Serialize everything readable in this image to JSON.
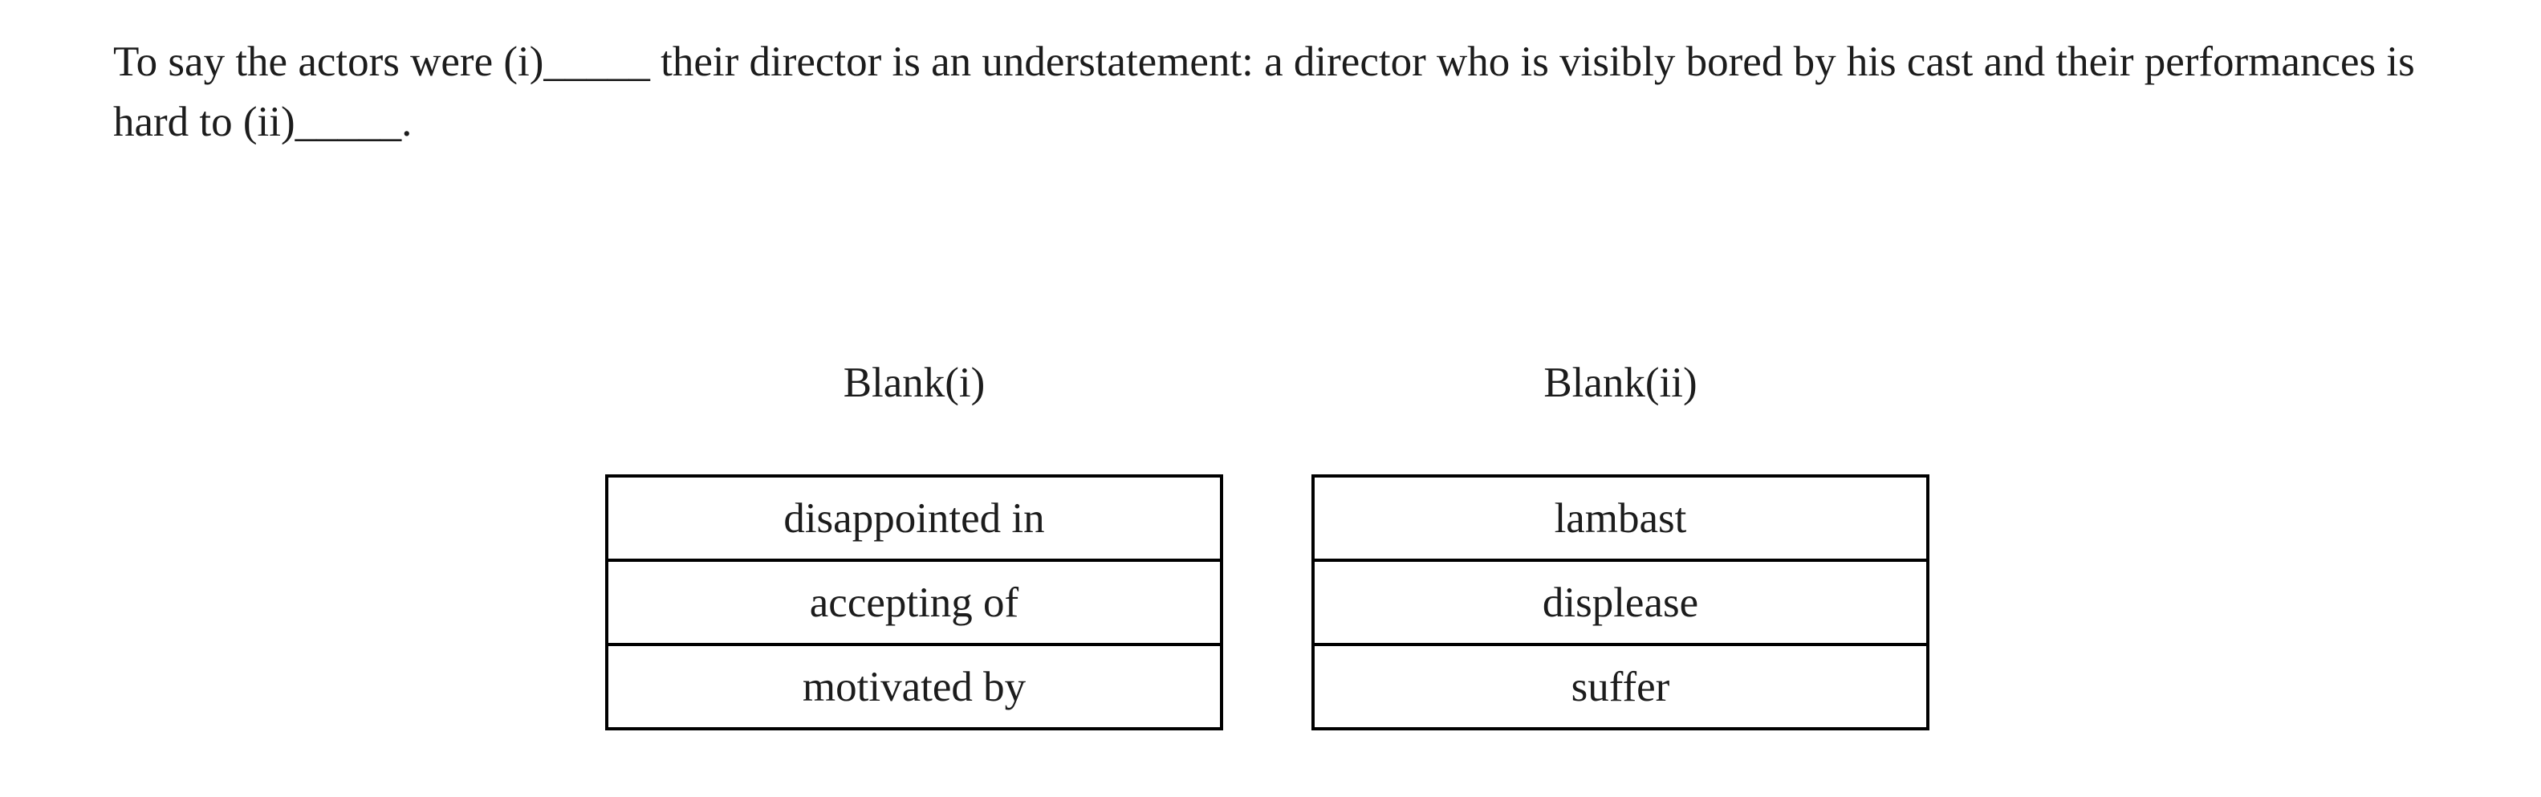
{
  "passage": {
    "lines": [
      "To say the actors were (i)_____ their director is an understatement: a director who is visibly bored by his cast and their performances is",
      "hard to (ii)_____."
    ]
  },
  "blanks": [
    {
      "label": "Blank(i)",
      "options": [
        "disappointed in",
        "accepting of",
        "motivated by"
      ]
    },
    {
      "label": "Blank(ii)",
      "options": [
        "lambast",
        "displease",
        "suffer"
      ]
    }
  ],
  "colors": {
    "text": "#1c1c1c",
    "table_border": "#000000",
    "background": "#ffffff"
  }
}
